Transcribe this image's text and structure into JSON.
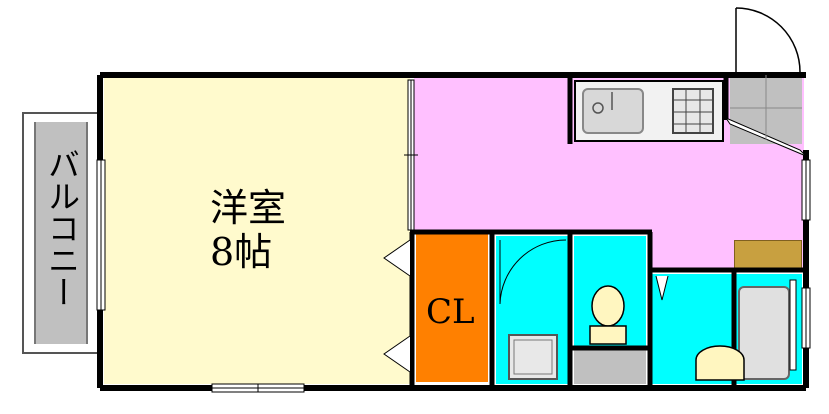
{
  "rooms": {
    "western_room": {
      "name": "洋室",
      "size": "8帖",
      "color": "#fffacd"
    },
    "closet": {
      "label": "CL",
      "color": "#ff8000"
    },
    "balcony": {
      "label": "バルコニー",
      "color": "#c0c0c0"
    },
    "kitchen": {
      "color": "#ffc0ff"
    },
    "wet_areas": {
      "color": "#00ffff"
    },
    "entrance": {
      "color": "#c0c0c0"
    },
    "storage_shelf": {
      "color": "#c8a040"
    }
  }
}
